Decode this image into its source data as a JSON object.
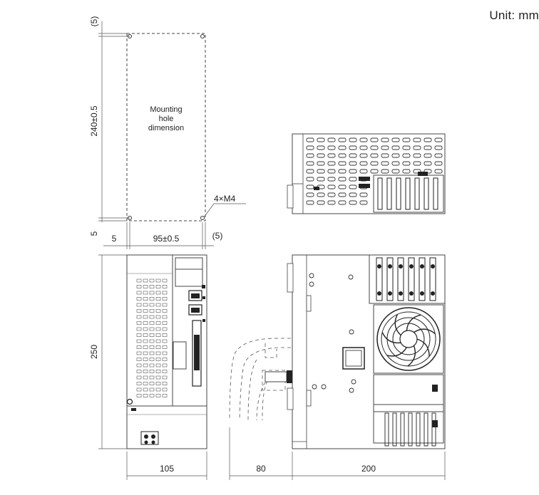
{
  "unit_label": "Unit: mm",
  "mounting_label": [
    "Mounting",
    "hole",
    "dimension"
  ],
  "screw_label": "4×M4",
  "dims": {
    "top_offset": "(5)",
    "height_mount": "240±0.5",
    "bottom_offset": "5",
    "left_offset": "5",
    "width_mount": "95±0.5",
    "right_offset": "(5)",
    "height_total": "250",
    "width_front": "105",
    "cable_clearance": "80",
    "depth": "200"
  },
  "colors": {
    "line": "#444444",
    "dark": "#222222",
    "dim_line": "#555555"
  }
}
